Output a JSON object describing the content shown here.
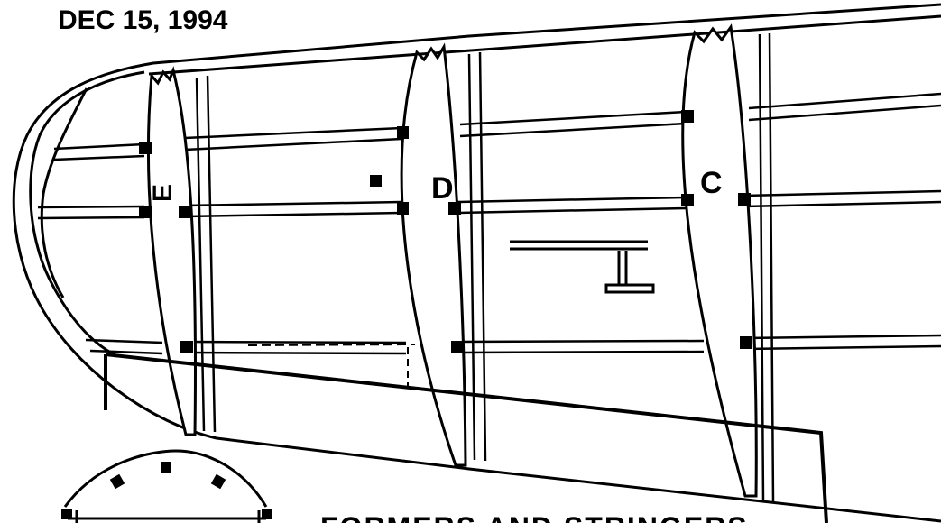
{
  "drawing": {
    "date": "DEC 15, 1994",
    "caption": "FORMERS AND STRINGERS",
    "former_labels": {
      "e": "E",
      "d": "D",
      "c": "C"
    }
  },
  "colors": {
    "ink": "#000000",
    "paper": "#ffffff"
  }
}
